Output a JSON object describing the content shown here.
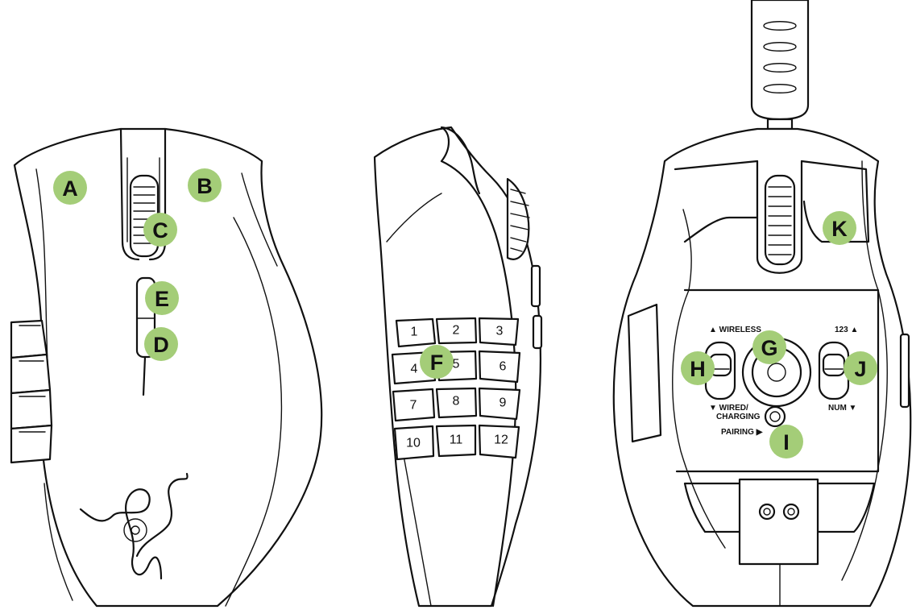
{
  "callouts": {
    "A": "A",
    "B": "B",
    "C": "C",
    "D": "D",
    "E": "E",
    "F": "F",
    "G": "G",
    "H": "H",
    "I": "I",
    "J": "J",
    "K": "K"
  },
  "side_keys": [
    "1",
    "2",
    "3",
    "4",
    "5",
    "6",
    "7",
    "8",
    "9",
    "10",
    "11",
    "12"
  ],
  "switch_labels": {
    "wireless": "▲ WIRELESS",
    "wired": "▼ WIRED/",
    "charging": "CHARGING",
    "pairing": "PAIRING ▶",
    "num123": "123 ▲",
    "num": "NUM ▼"
  },
  "colors": {
    "callout": "#a4cd78",
    "line": "#111111",
    "background": "#ffffff"
  },
  "icons": [
    "razer-logo-icon"
  ]
}
